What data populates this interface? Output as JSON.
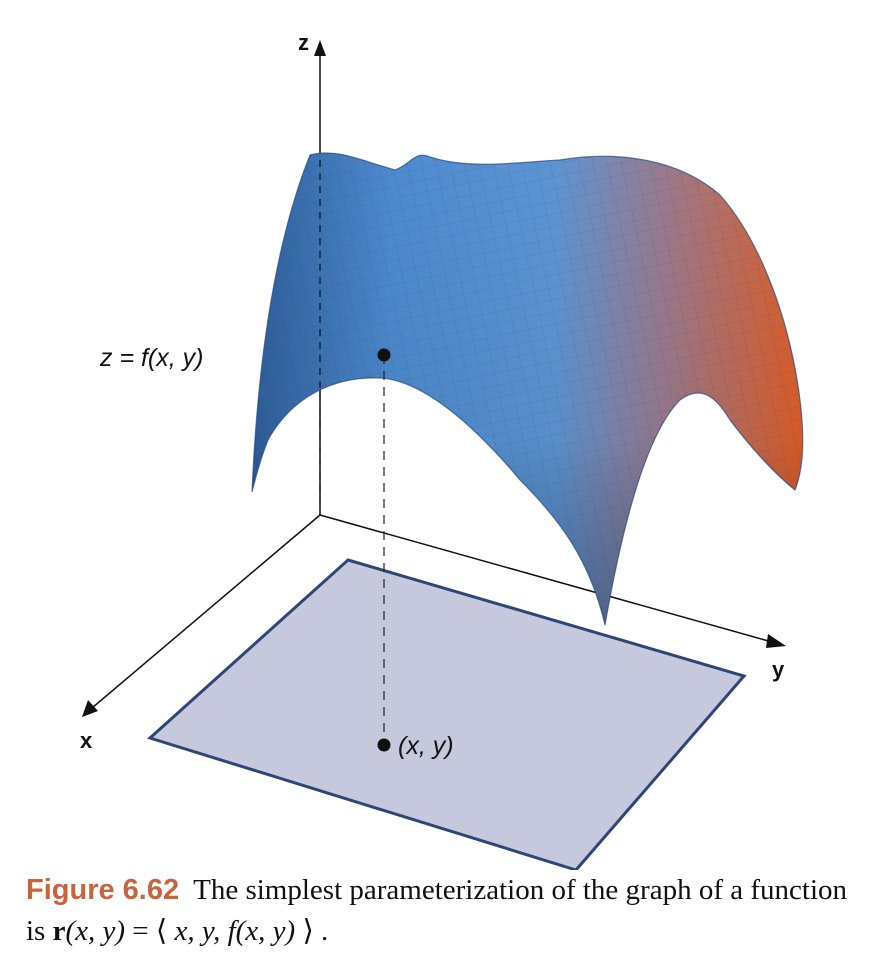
{
  "axes": {
    "x": "x",
    "y": "y",
    "z": "z"
  },
  "labels": {
    "surface": "z = f(x, y)",
    "point": "(x, y)"
  },
  "caption": {
    "figure_number": "Figure 6.62",
    "text_part1": "The simplest parameterization of the graph of a function is",
    "r": "r",
    "args": "(x, y)",
    "equals": " = ⟨ ",
    "tuple": "x, y, f(x, y)",
    "end": " ⟩ ."
  },
  "colors": {
    "surface_blue": "#4b86c8",
    "surface_dark_blue": "#244f86",
    "surface_orange": "#e0602a",
    "domain_fill": "#c6c9dd",
    "domain_stroke": "#2d4675",
    "figure_number": "#c8643b"
  }
}
